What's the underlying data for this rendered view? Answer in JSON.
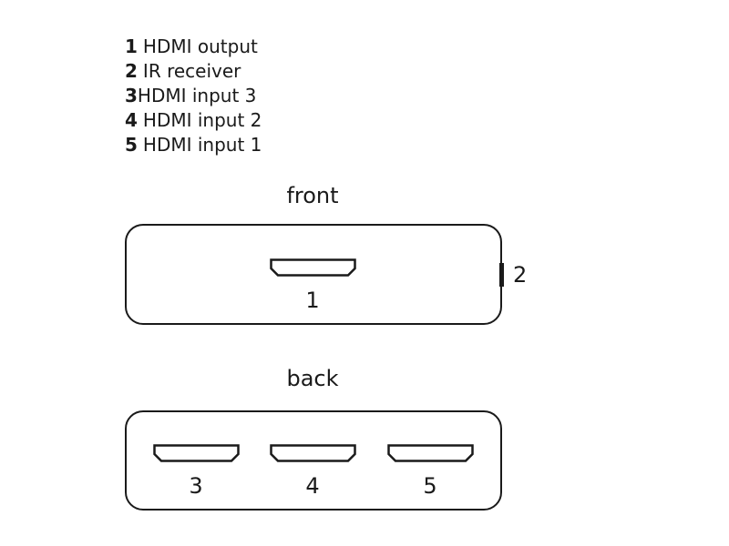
{
  "legend": [
    {
      "num": "1",
      "label": "HDMI output"
    },
    {
      "num": "2",
      "label": "IR receiver"
    },
    {
      "num": "3",
      "label": "HDMI input 3"
    },
    {
      "num": "4",
      "label": "HDMI input 2"
    },
    {
      "num": "5",
      "label": "HDMI input 1"
    }
  ],
  "front": {
    "title": "front",
    "port_label": "1",
    "ir_label": "2"
  },
  "back": {
    "title": "back",
    "port_labels": [
      "3",
      "4",
      "5"
    ]
  },
  "colors": {
    "stroke": "#1a1a1a",
    "background": "#ffffff"
  }
}
